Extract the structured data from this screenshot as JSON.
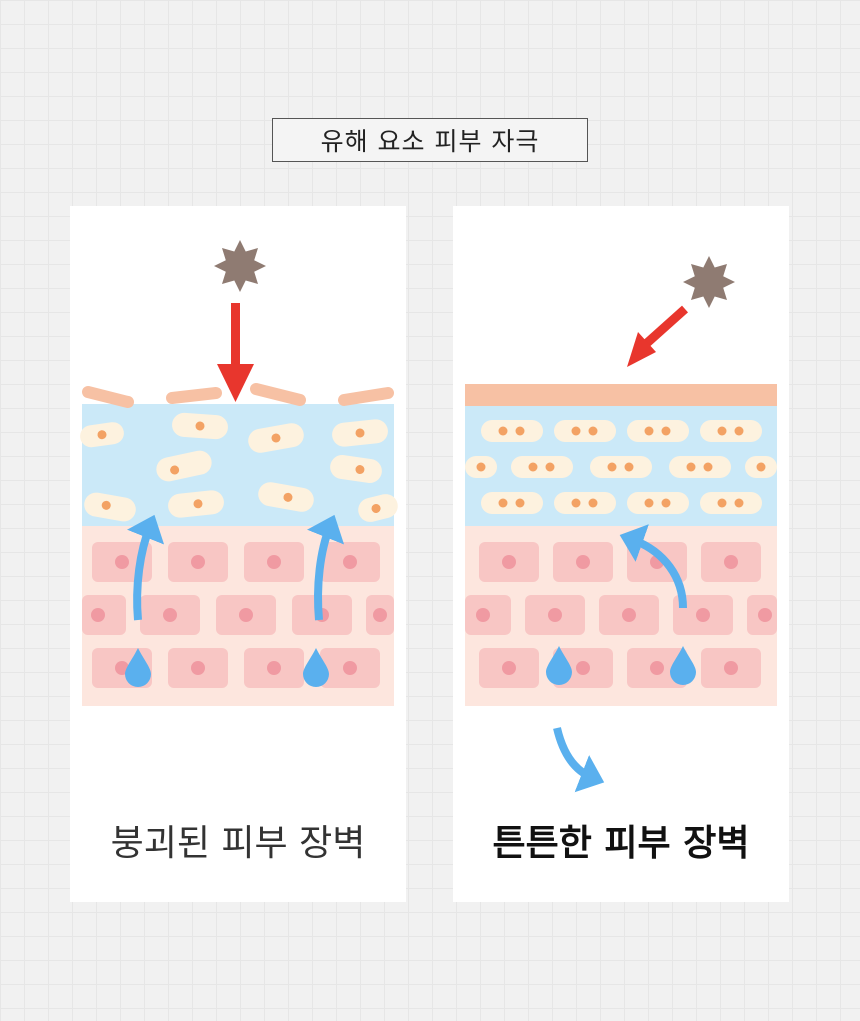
{
  "header": {
    "title": "유해 요소 피부 자극"
  },
  "panels": {
    "left": {
      "caption": "붕괴된 피부 장벽"
    },
    "right": {
      "caption": "튼튼한 피부 장벽"
    }
  },
  "colors": {
    "irritant": "#8f7b72",
    "arrow_red": "#e8362d",
    "arrow_blue": "#5ab0ee",
    "stratum_blue": "#cbe9f8",
    "cell_cream": "#fdf2df",
    "cell_dot": "#f3a264",
    "dermis_bg": "#fde6de",
    "dermis_cell": "#f8c6c4",
    "dermis_nucleus": "#f09aa2",
    "lipid": "#f7c1a4"
  }
}
